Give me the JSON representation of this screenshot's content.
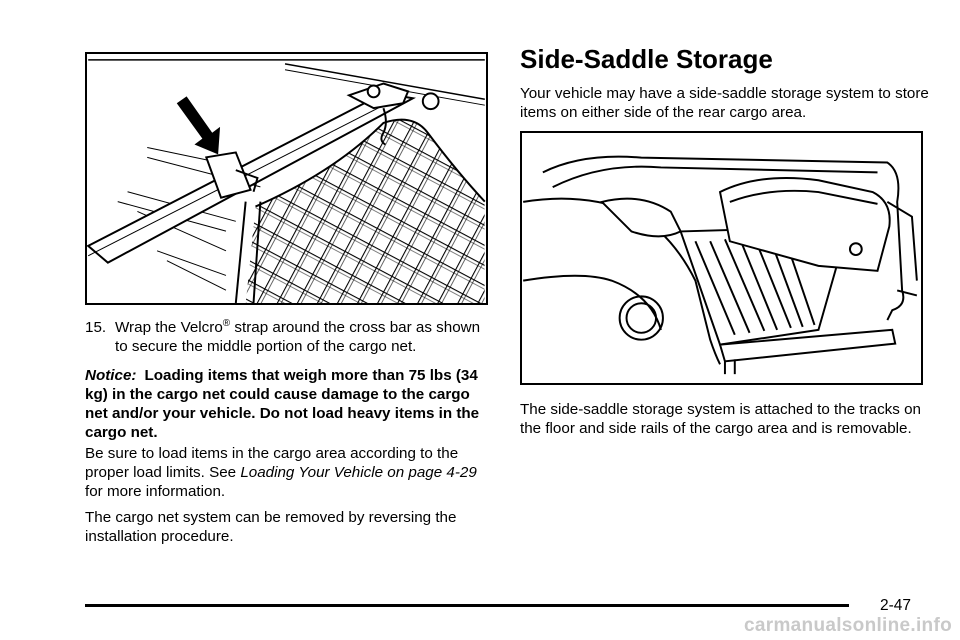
{
  "left_column": {
    "step": {
      "number": "15.",
      "text_before_sup": "Wrap the Velcro",
      "sup": "®",
      "text_after_sup": "strap around the cross bar as shown to secure the middle portion of the cargo net."
    },
    "notice": {
      "label": "Notice:",
      "text": "Loading items that weigh more than 75 lbs (34 kg) in the cargo net could cause damage to the cargo net and/or your vehicle. Do not load heavy items in the cargo net."
    },
    "load_paragraph": {
      "before": "Be sure to load items in the cargo area according to the proper load limits. See ",
      "reference": "Loading Your Vehicle on page 4-29",
      "after": " for more information."
    },
    "removal_paragraph": "The cargo net system can be removed by reversing the installation procedure."
  },
  "right_column": {
    "heading": "Side-Saddle Storage",
    "intro": "Your vehicle may have a side-saddle storage system to store items on either side of the rear cargo area.",
    "attach_paragraph": "The side-saddle storage system is attached to the tracks on the floor and side rails of the cargo area and is removable."
  },
  "footer": {
    "page_number": "2-47",
    "watermark": "carmanualsonline.info"
  },
  "colors": {
    "ink": "#000000",
    "watermark": "#c9c9c9"
  }
}
